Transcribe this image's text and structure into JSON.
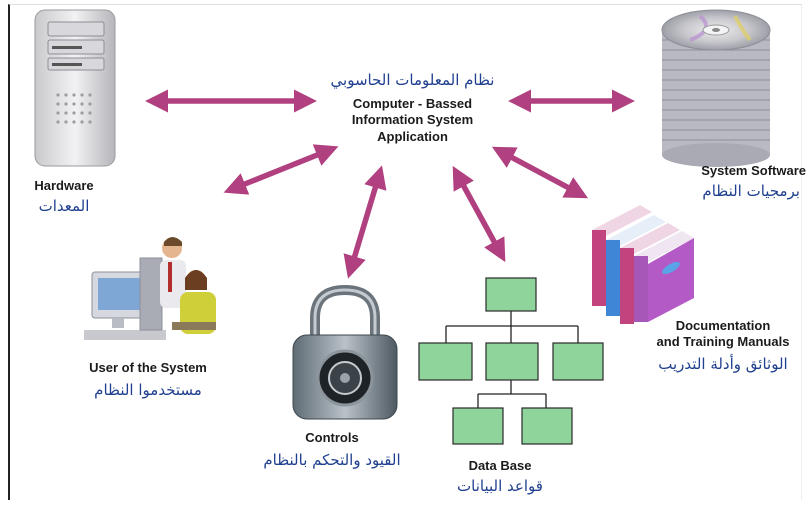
{
  "center": {
    "ar": "نظام المعلومات الحاسوبي",
    "en_line1": "Computer - Bassed",
    "en_line2": "Information System",
    "en_line3": "Application"
  },
  "components": {
    "hardware": {
      "en": "Hardware",
      "ar": "المعدات"
    },
    "system_software": {
      "en": "System Software",
      "ar": "برمجيات النظام"
    },
    "user": {
      "en": "User of the System",
      "ar": "مستخدموا النظام"
    },
    "controls": {
      "en": "Controls",
      "ar": "القيود والتحكم بالنظام"
    },
    "database": {
      "en": "Data Base",
      "ar": "قواعد البيانات"
    },
    "documentation": {
      "en_line1": "Documentation",
      "en_line2": "and Training Manuals",
      "ar": "الوثائق وأدلة التدريب"
    }
  },
  "colors": {
    "arrow": "#b0407f",
    "arabic_text": "#1f3f8f",
    "db_box": "#8fd49a"
  }
}
